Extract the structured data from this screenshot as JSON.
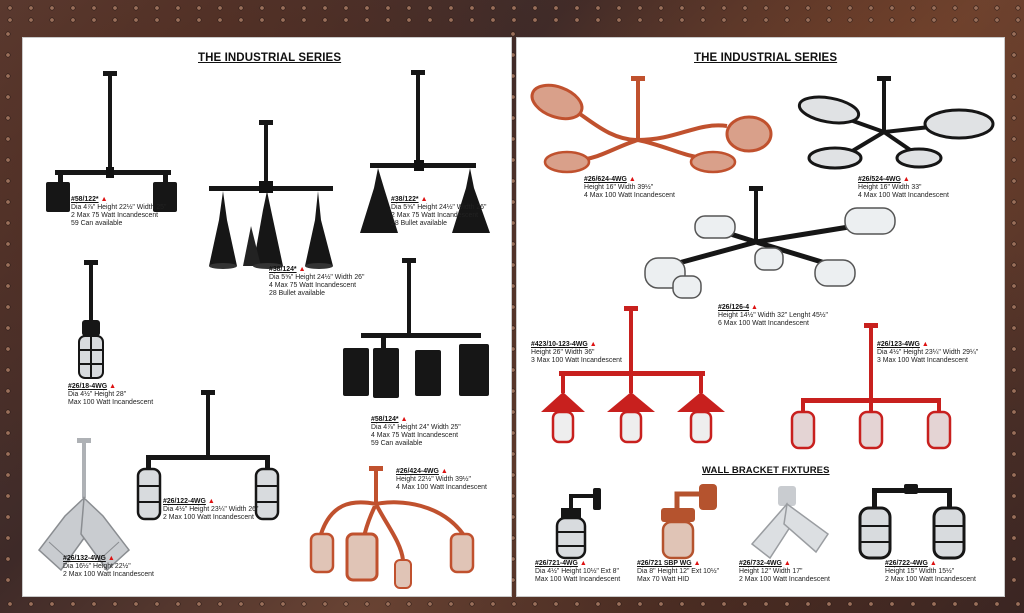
{
  "colors": {
    "black": "#161616",
    "red": "#c8201e",
    "copper": "#c0512e",
    "silver": "#c9ccd0",
    "triangle": "#d11111"
  },
  "left": {
    "heading": "THE INDUSTRIAL SERIES",
    "items": [
      {
        "model": "#58/122*",
        "lines": [
          "Dia 4⅞\" Height 22½\" Width 25\"",
          "2 Max 75 Watt Incandescent",
          "59 Can available"
        ]
      },
      {
        "model": "#38/124*",
        "lines": [
          "Dia 5⅝\" Height 24½\" Width 26\"",
          "4 Max 75 Watt Incandescent",
          "28 Bullet available"
        ]
      },
      {
        "model": "#38/122*",
        "lines": [
          "Dia 5⅝\" Height 24½\" Width 26\"",
          "2 Max 75 Watt Incandescent",
          "28 Bullet available"
        ]
      },
      {
        "model": "#26/18-4WG",
        "lines": [
          "Dia 4½\" Height 28\"",
          "Max 100 Watt Incandescent"
        ]
      },
      {
        "model": "#58/124*",
        "lines": [
          "Dia 4⅞\" Height 24\" Width 25\"",
          "4 Max 75 Watt Incandescent",
          "59 Can available"
        ]
      },
      {
        "model": "#26/132-4WG",
        "lines": [
          "Dia 16½\" Height 22½\"",
          "2 Max 100 Watt Incandescent"
        ]
      },
      {
        "model": "#26/122-4WG",
        "lines": [
          "Dia 4½\" Height 23¼\" Width 26\"",
          "2 Max 100 Watt Incandescent"
        ]
      },
      {
        "model": "#26/424-4WG",
        "lines": [
          "Height 22½\" Width 39½\"",
          "4 Max 100 Watt Incandescent"
        ]
      }
    ]
  },
  "right": {
    "heading": "THE INDUSTRIAL SERIES",
    "wall_heading": "WALL BRACKET FIXTURES",
    "items": [
      {
        "model": "#26/624-4WG",
        "lines": [
          "Height 16\" Width 39½\"",
          "4 Max 100 Watt Incandescent"
        ]
      },
      {
        "model": "#26/524-4WG",
        "lines": [
          "Height 16\" Width 33\"",
          "4 Max 100 Watt Incandescent"
        ]
      },
      {
        "model": "#26/126-4",
        "lines": [
          "Height 14½\" Width 32\" Lenght 45½\"",
          "6 Max 100 Watt Incandescent"
        ]
      },
      {
        "model": "#423/10-123-4WG",
        "lines": [
          "Height 26\" Width 36\"",
          "3 Max 100 Watt Incandescent"
        ]
      },
      {
        "model": "#26/123-4WG",
        "lines": [
          "Dia 4½\" Height 23¼\" Width 29¼\"",
          "3 Max 100 Watt Incandescent"
        ]
      },
      {
        "model": "#26/721-4WG",
        "lines": [
          "Dia 4½\" Height 10½\" Ext 8\"",
          "Max 100 Watt Incandescent"
        ]
      },
      {
        "model": "#26/721 SBP WG",
        "lines": [
          "Dia 8\" Height 12\" Ext 10½\"",
          "Max 70 Watt HID"
        ]
      },
      {
        "model": "#26/732-4WG",
        "lines": [
          "Height 12\" Width 17\"",
          "2 Max 100 Watt Incandescent"
        ]
      },
      {
        "model": "#26/722-4WG",
        "lines": [
          "Height 15\" Width 15½\"",
          "2 Max 100 Watt Incandescent"
        ]
      }
    ]
  }
}
